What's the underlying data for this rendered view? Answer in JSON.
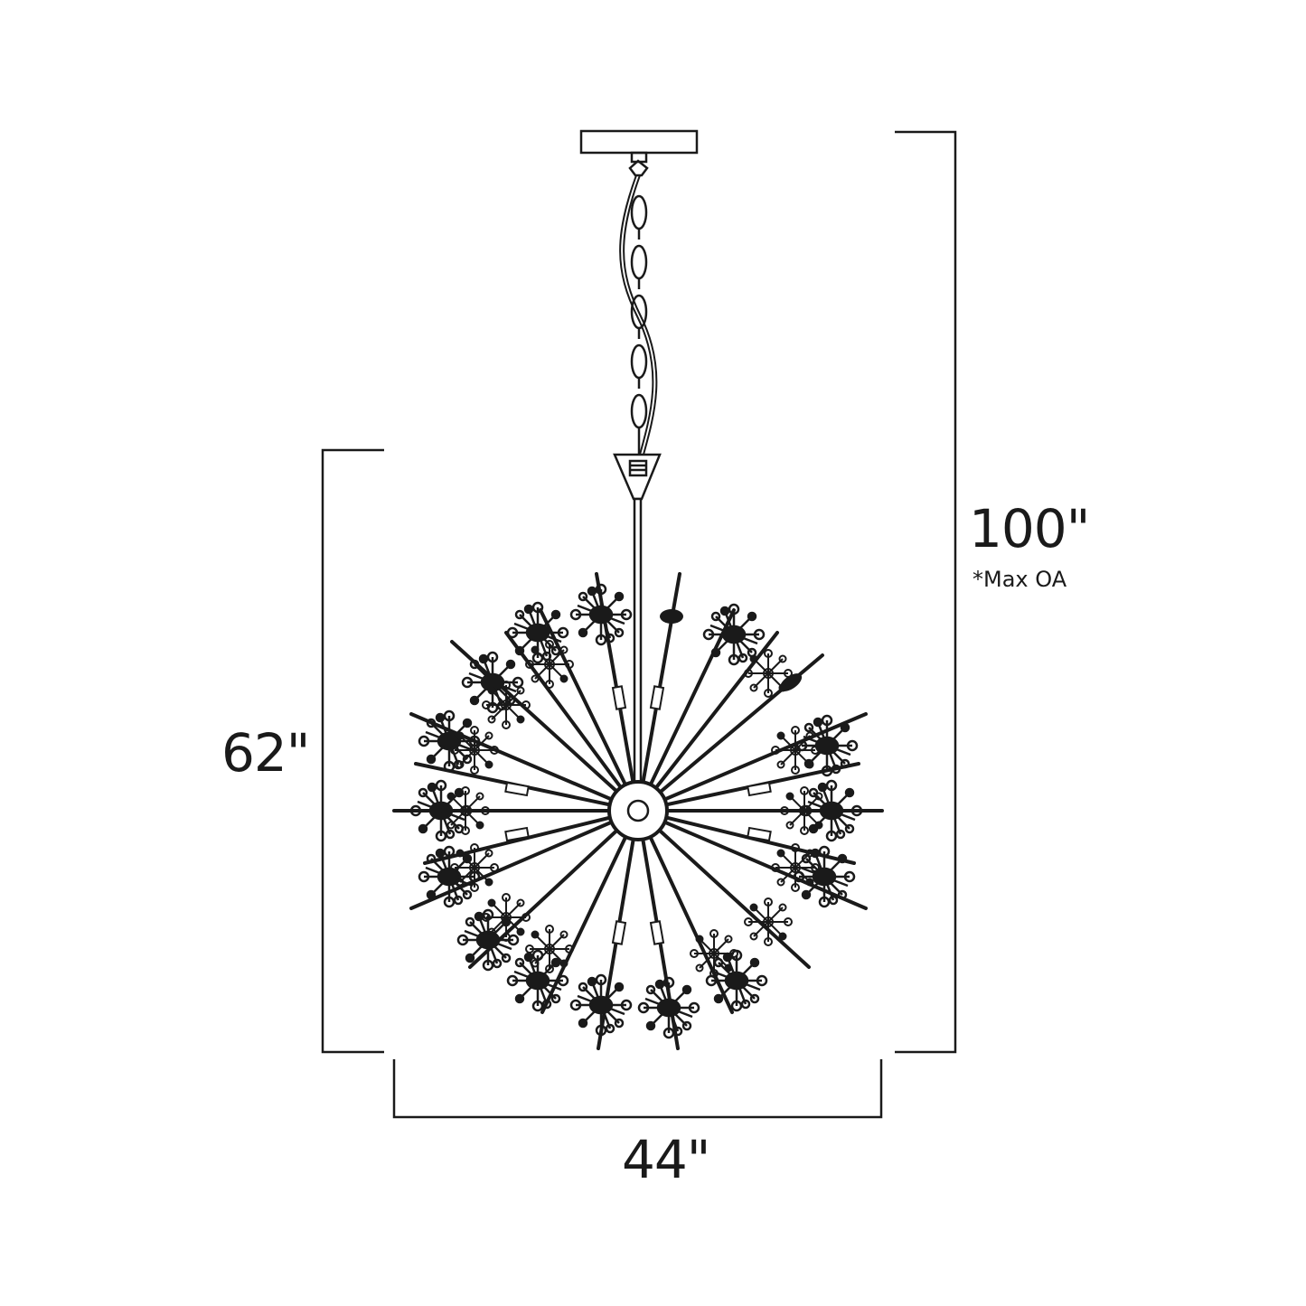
{
  "diagram": {
    "subject": "Sputnik-style crystal chandelier pendant, spec drawing",
    "line_color": "#1a1a1a",
    "background": "#ffffff",
    "dimensions": {
      "overall_height": {
        "value": "100\"",
        "note": "*Max OA"
      },
      "fixture_height": {
        "value": "62\""
      },
      "fixture_width": {
        "value": "44\""
      }
    },
    "parts": [
      "canopy",
      "chain",
      "wire",
      "cone-hanger",
      "downrod",
      "center-hub",
      "radial-arms",
      "starburst-clusters"
    ]
  }
}
